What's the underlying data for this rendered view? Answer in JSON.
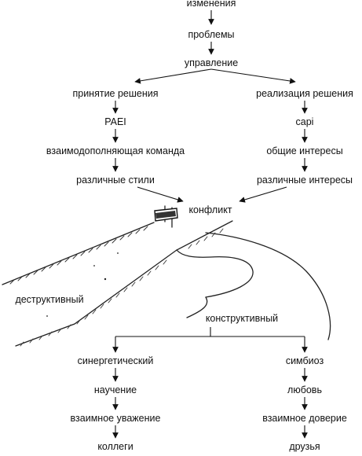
{
  "top_chain": {
    "changes": "изменения",
    "problems": "проблемы",
    "management": "управление"
  },
  "left_branch": {
    "decision_making": "принятие решения",
    "paei": "PAEI",
    "complementary_team": "взаимодополняющая команда",
    "different_styles": "различные стили"
  },
  "right_branch": {
    "implementation": "реализация решения",
    "capi": "capi",
    "common_interests": "общие интересы",
    "different_interests": "различные интересы"
  },
  "conflict": "конфликт",
  "destructive": "деструктивный",
  "constructive": "конструктивный",
  "bottom_left": {
    "synergetic": "синергетический",
    "learning": "научение",
    "mutual_respect": "взаимное уважение",
    "colleagues": "коллеги"
  },
  "bottom_right": {
    "symbiosis": "симбиоз",
    "love": "любовь",
    "mutual_trust": "взаимное доверие",
    "friends": "друзья"
  }
}
